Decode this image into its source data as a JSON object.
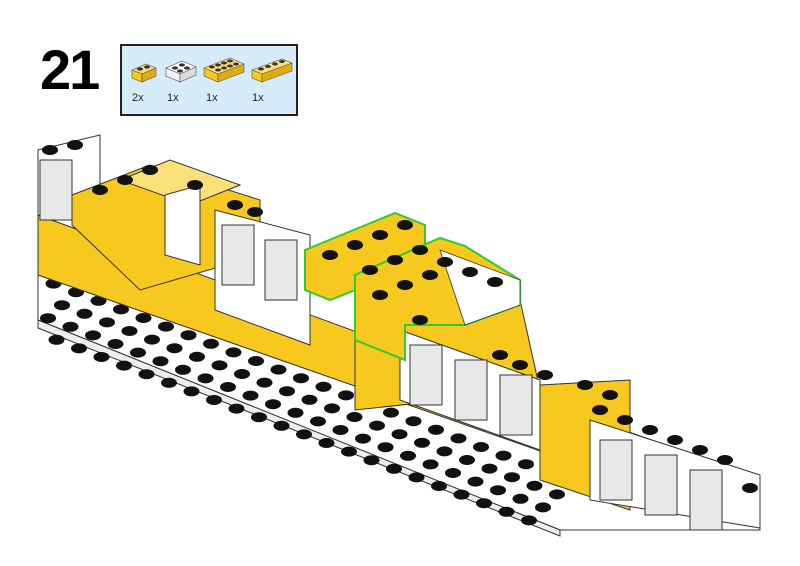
{
  "step": {
    "number": "21"
  },
  "parts_list": [
    {
      "icon": "yellow-brick-1x2-icon",
      "qty": "2x",
      "color": "#f7c81e"
    },
    {
      "icon": "white-brick-2x2-icon",
      "qty": "1x",
      "color": "#ffffff"
    },
    {
      "icon": "yellow-brick-2x4-icon",
      "qty": "1x",
      "color": "#f7c81e"
    },
    {
      "icon": "yellow-brick-1x4-icon",
      "qty": "1x",
      "color": "#f7c81e"
    }
  ],
  "colors": {
    "yellow": "#f7c81e",
    "highlight": "#2ecc2e",
    "panel": "#d7ecfb"
  }
}
